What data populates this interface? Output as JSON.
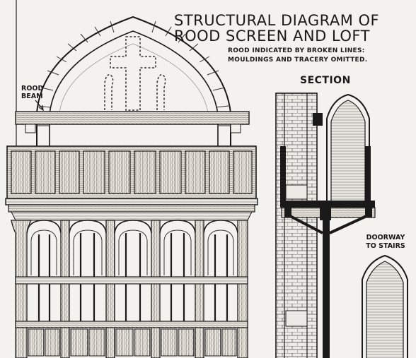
{
  "title": {
    "line1": "STRUCTURAL DIAGRAM OF",
    "line2": "ROOD SCREEN AND LOFT"
  },
  "notes": {
    "line1": "ROOD INDICATED BY BROKEN LINES:",
    "line2": "MOULDINGS AND TRACERY OMITTED."
  },
  "labels": {
    "rood_beam_1": "ROOD",
    "rood_beam_2": "BEAM",
    "section": "SECTION",
    "doorway_1": "DOORWAY",
    "doorway_2": "TO STAIRS"
  }
}
